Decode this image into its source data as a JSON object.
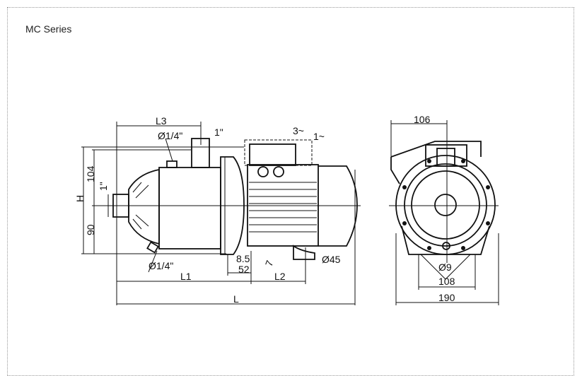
{
  "title": "MC Series",
  "side_view": {
    "L3": "L3",
    "port_top": "Ø1/4\"",
    "outlet": "1\"",
    "three_phase": "3~",
    "single_phase": "1~",
    "dim_104": "104",
    "H": "H",
    "inlet": "1\"",
    "dim_90": "90",
    "port_bottom": "Ø1/4\"",
    "dim_8_5": "8.5",
    "dim_52": "52",
    "dim_7": "7",
    "foot_dia": "Ø45",
    "L1": "L1",
    "L2": "L2",
    "L": "L"
  },
  "front_view": {
    "dim_106": "106",
    "hole_dia": "Ø9",
    "dim_108": "108",
    "dim_190": "190"
  }
}
